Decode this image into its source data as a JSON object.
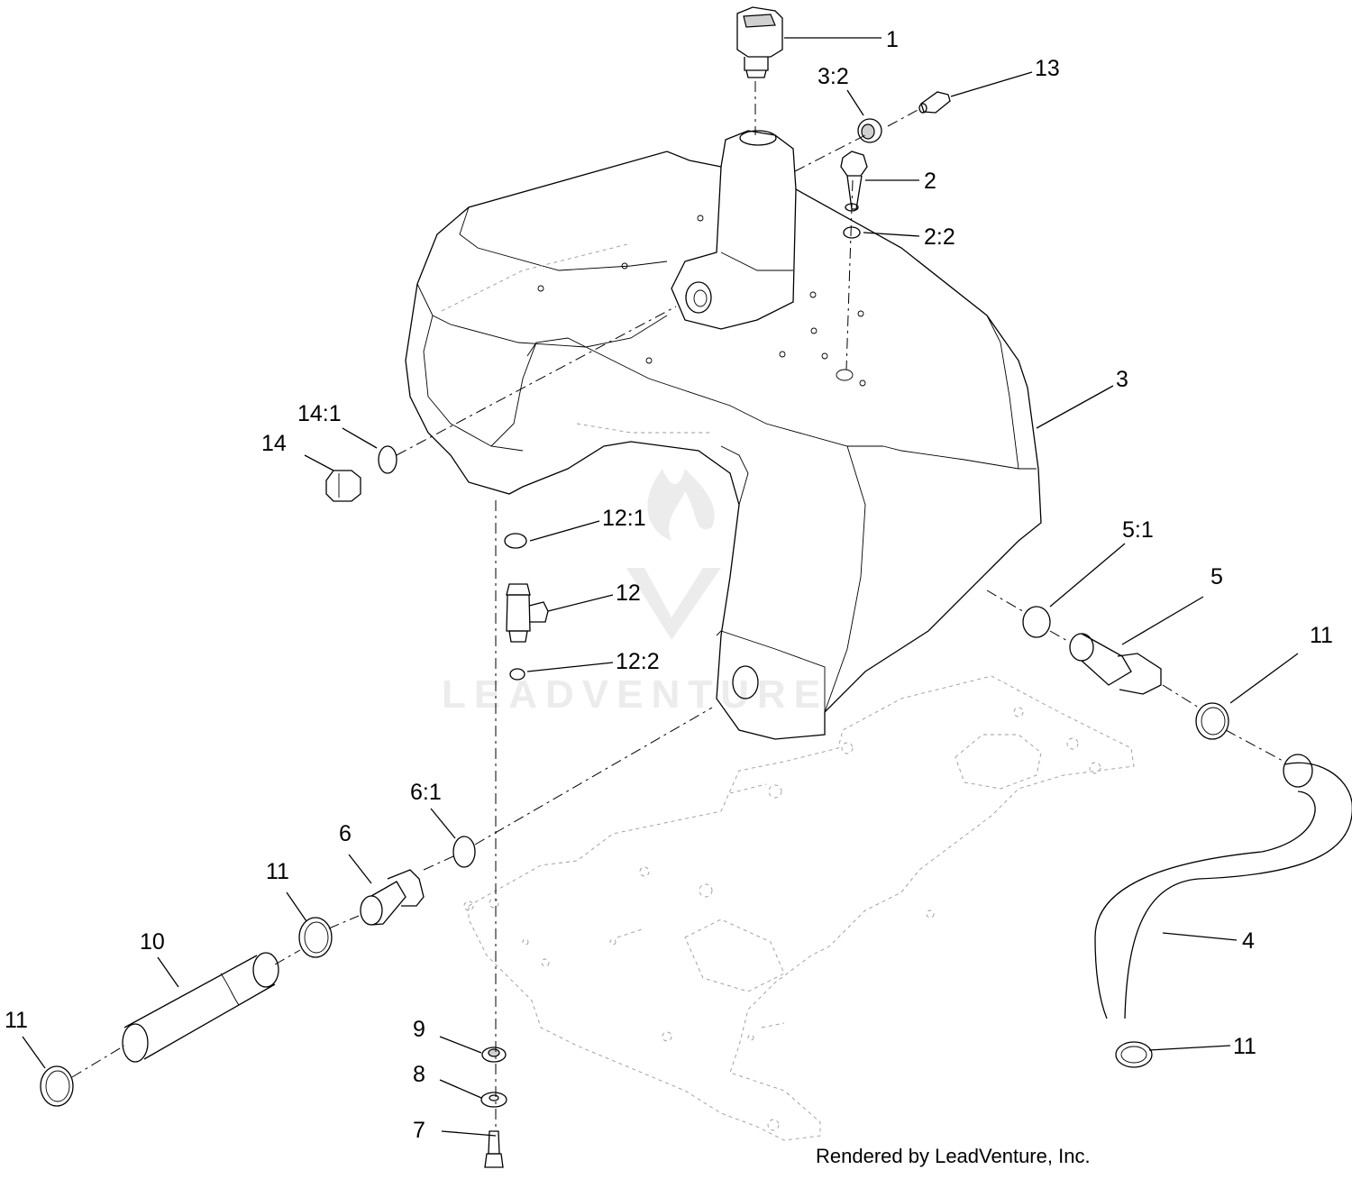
{
  "callouts": [
    {
      "id": "c-1",
      "label": "1"
    },
    {
      "id": "c-2",
      "label": "2"
    },
    {
      "id": "c-2-2",
      "label": "2:2"
    },
    {
      "id": "c-3",
      "label": "3"
    },
    {
      "id": "c-3-2",
      "label": "3:2"
    },
    {
      "id": "c-4",
      "label": "4"
    },
    {
      "id": "c-5",
      "label": "5"
    },
    {
      "id": "c-5-1",
      "label": "5:1"
    },
    {
      "id": "c-6",
      "label": "6"
    },
    {
      "id": "c-6-1",
      "label": "6:1"
    },
    {
      "id": "c-7",
      "label": "7"
    },
    {
      "id": "c-8",
      "label": "8"
    },
    {
      "id": "c-9",
      "label": "9"
    },
    {
      "id": "c-10",
      "label": "10"
    },
    {
      "id": "c-11a",
      "label": "11"
    },
    {
      "id": "c-11b",
      "label": "11"
    },
    {
      "id": "c-11c",
      "label": "11"
    },
    {
      "id": "c-11d",
      "label": "11"
    },
    {
      "id": "c-12",
      "label": "12"
    },
    {
      "id": "c-12-1",
      "label": "12:1"
    },
    {
      "id": "c-12-2",
      "label": "12:2"
    },
    {
      "id": "c-13",
      "label": "13"
    },
    {
      "id": "c-14",
      "label": "14"
    },
    {
      "id": "c-14-1",
      "label": "14:1"
    }
  ],
  "footer": {
    "credit": "Rendered by LeadVenture, Inc."
  },
  "watermark": {
    "text": "LEADVENTURE"
  }
}
